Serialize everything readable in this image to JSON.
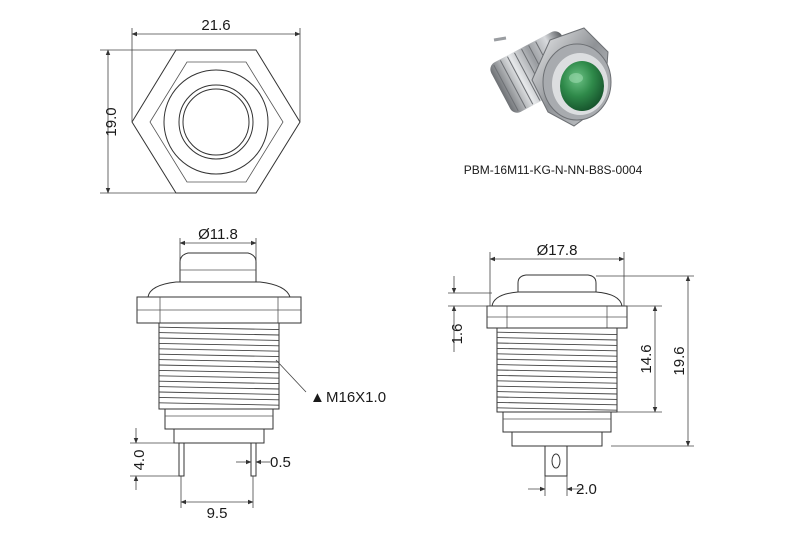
{
  "top_view": {
    "width_dim": "21.6",
    "height_dim": "19.0"
  },
  "photo": {
    "part_number": "PBM-16M11-KG-N-NN-B8S-0004",
    "cap_color": "#2f8a4a",
    "body_color": "#b9bcc0"
  },
  "side_view_left": {
    "cap_diameter": "Ø11.8",
    "thread_spec": "M16X1.0",
    "thread_marker": "▲",
    "terminal_height": "4.0",
    "terminal_thickness": "0.5",
    "terminal_spacing": "9.5"
  },
  "side_view_right": {
    "head_diameter": "Ø17.8",
    "head_height": "1.6",
    "thread_length": "14.6",
    "overall_height": "19.6",
    "terminal_width": "2.0"
  }
}
